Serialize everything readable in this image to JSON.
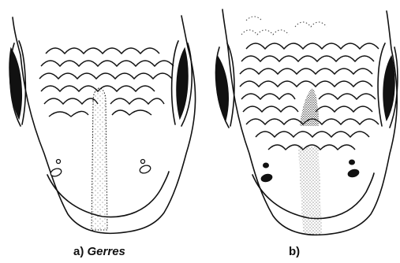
{
  "figure": {
    "panels": [
      {
        "id": "a",
        "label": "a)",
        "genus": "Gerres"
      },
      {
        "id": "b",
        "label": "b)",
        "genus": ""
      }
    ]
  }
}
